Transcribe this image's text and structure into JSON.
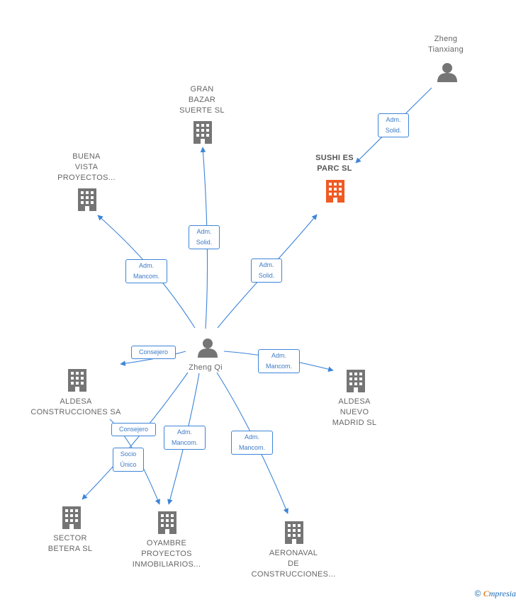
{
  "colors": {
    "edge": "#3d85d8",
    "company": "#757575",
    "focus_company": "#f05a23",
    "person": "#757575"
  },
  "nodes": {
    "zheng_tianxiang": {
      "label": "Zheng\nTianxiang",
      "icon": "person-icon"
    },
    "gran_bazar": {
      "label": "GRAN\nBAZAR\nSUERTE  SL",
      "icon": "building-icon"
    },
    "buena_vista": {
      "label": "BUENA\nVISTA\nPROYECTOS...",
      "icon": "building-icon"
    },
    "sushi_es_parc": {
      "label": "SUSHI ES\nPARC  SL",
      "icon": "building-icon"
    },
    "zheng_qi": {
      "label": "Zheng Qi",
      "icon": "person-icon"
    },
    "aldesa_construcciones": {
      "label": "ALDESA\nCONSTRUCCIONES SA",
      "icon": "building-icon"
    },
    "aldesa_nuevo_madrid": {
      "label": "ALDESA\nNUEVO\nMADRID SL",
      "icon": "building-icon"
    },
    "sector_betera": {
      "label": "SECTOR\nBETERA SL",
      "icon": "building-icon"
    },
    "oyambre": {
      "label": "OYAMBRE\nPROYECTOS\nINMOBILIARIOS...",
      "icon": "building-icon"
    },
    "aeronaval": {
      "label": "AERONAVAL\nDE\nCONSTRUCCIONES...",
      "icon": "building-icon"
    }
  },
  "relations": {
    "tianxiang_sushi": "Adm.\nSolid.",
    "qi_gran_bazar": "Adm.\nSolid.",
    "qi_buena_vista": "Adm.\nMancom.",
    "qi_sushi": "Adm.\nSolid.",
    "qi_aldesa_construcciones": "Consejero",
    "qi_aldesa_nuevo_madrid": "Adm.\nMancom.",
    "aldesa_construcciones_consejero": "Consejero",
    "socio_unico": "Socio\nÚnico",
    "qi_oyambre": "Adm.\nMancom.",
    "qi_aeronaval": "Adm.\nMancom."
  },
  "footer": {
    "copyright": "©",
    "brand_initial": "C",
    "brand_rest": "mpresia"
  }
}
